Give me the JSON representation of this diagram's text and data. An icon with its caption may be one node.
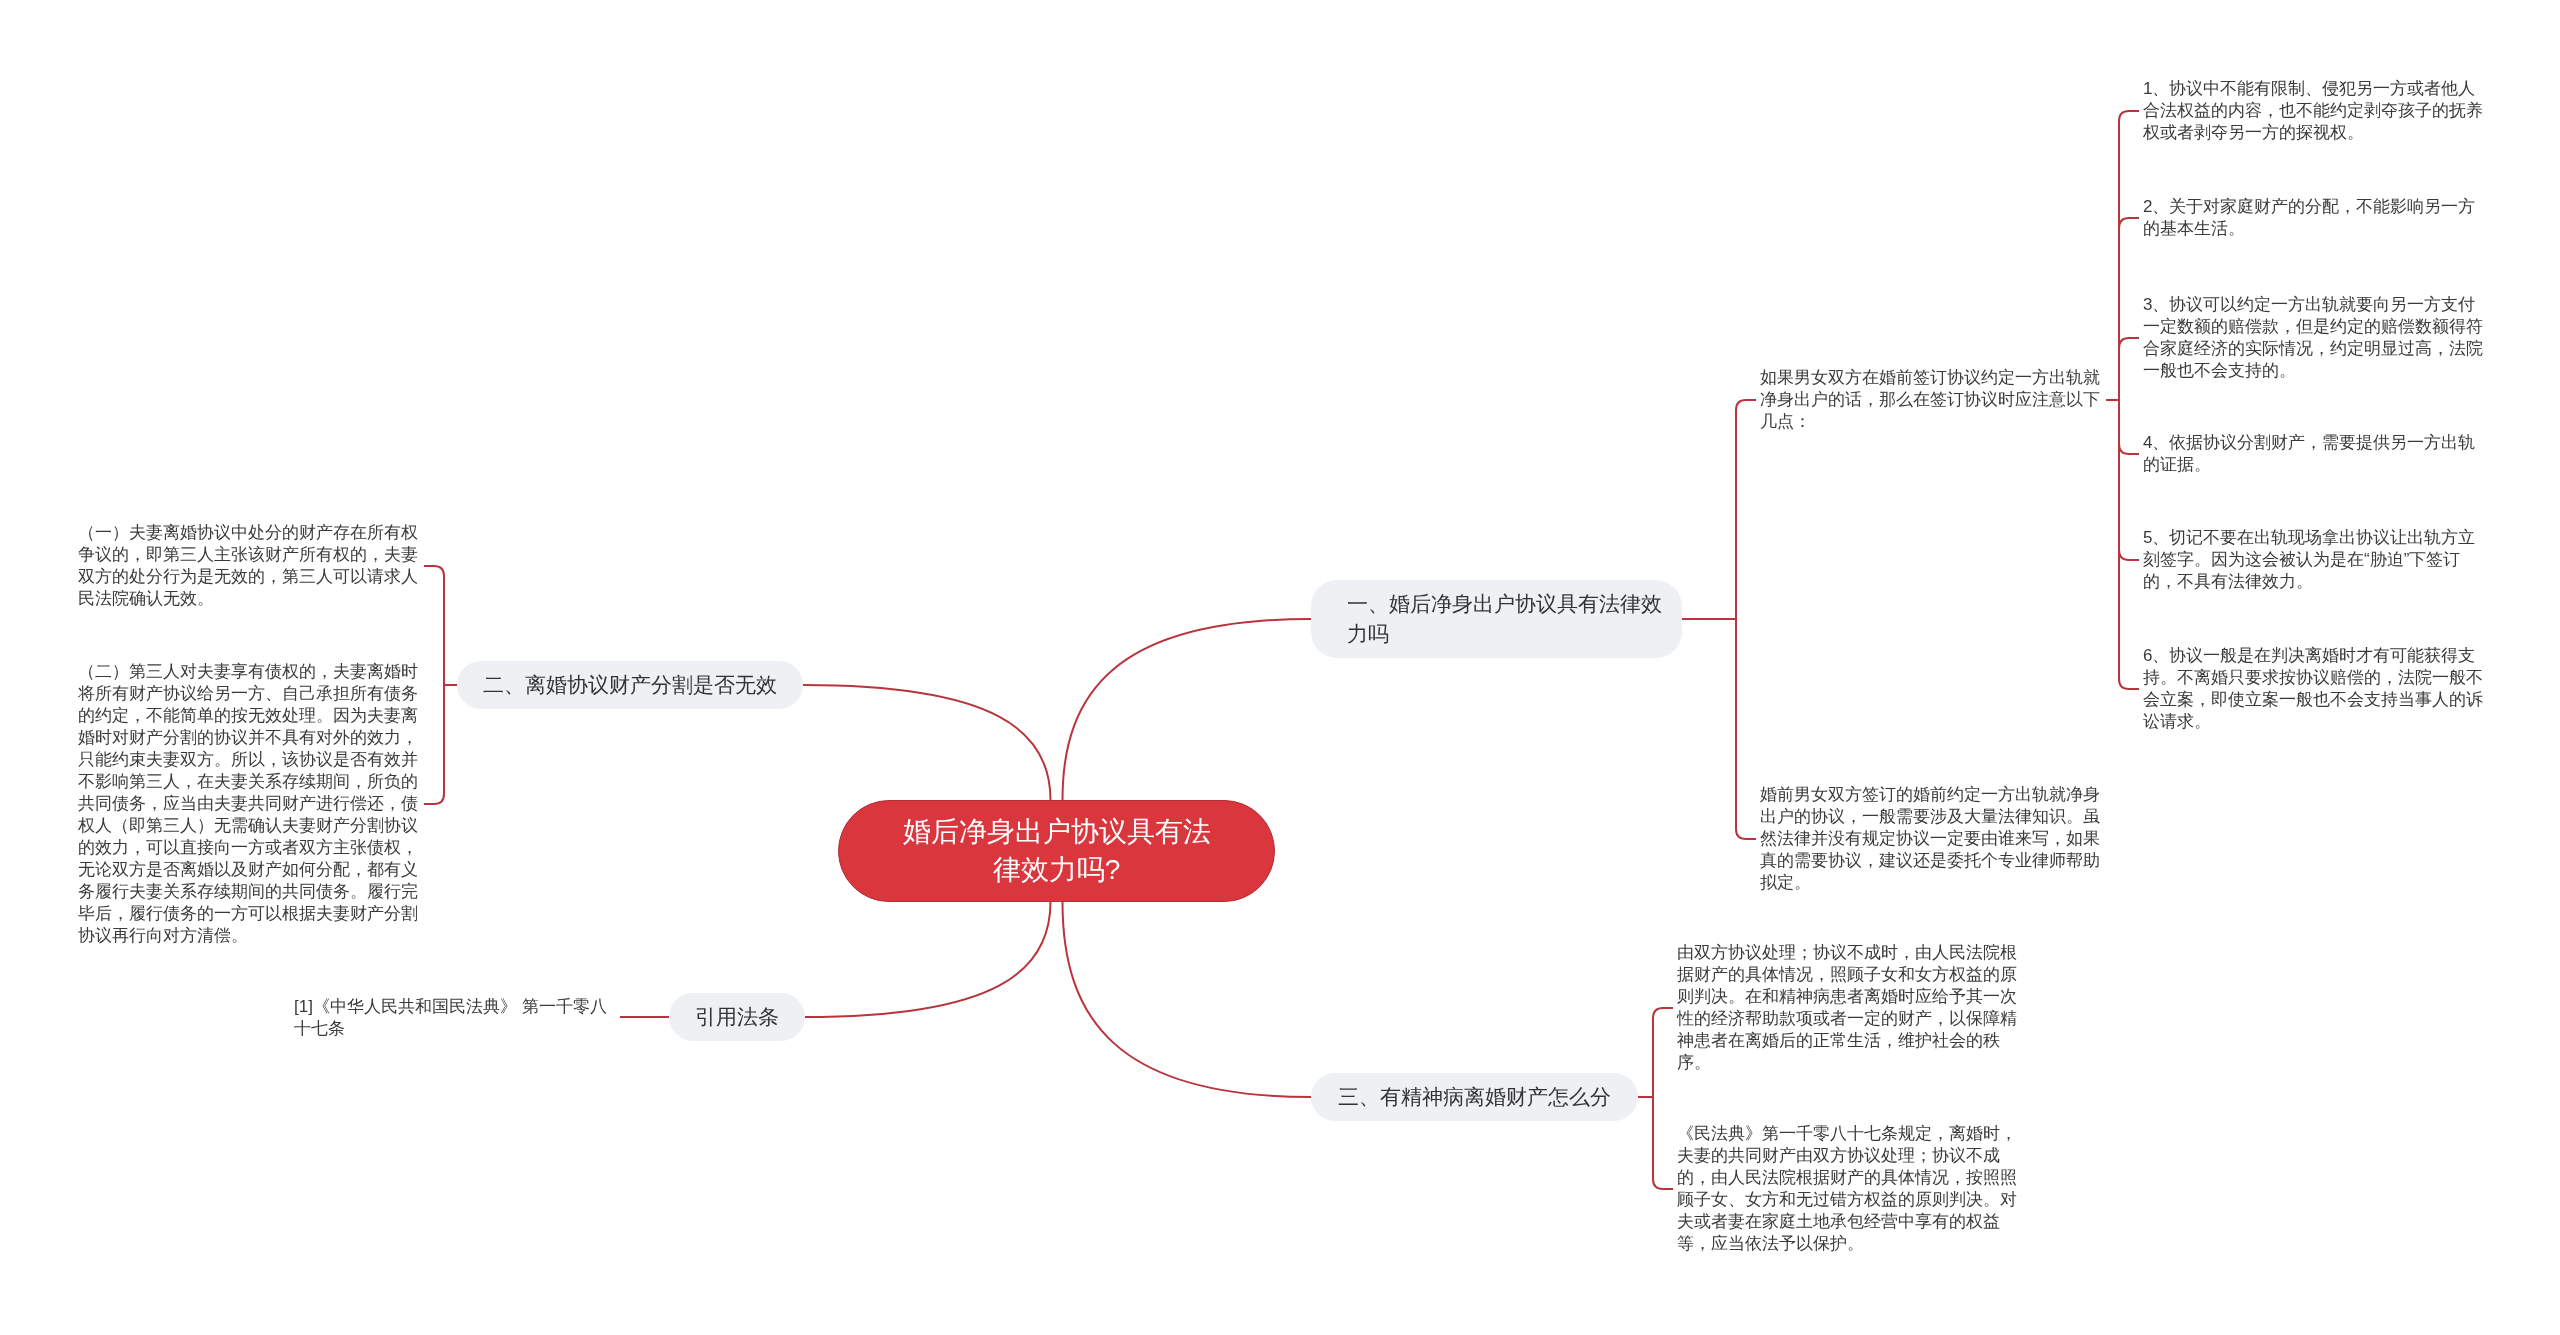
{
  "diagram": {
    "nodes": [
      {
        "text": [
          "婚后净身出户协议具有法律效力吗?"
        ]
      },
      {
        "text": [
          "一、婚后净身出户协议具有法律效力吗"
        ]
      },
      {
        "text": [
          "如果男女双方在婚前签订协议约定一方出轨就净身出户的话，那么在签订协议时应注意以下几点："
        ]
      },
      {
        "text": [
          "1、协议中不能有限制、侵犯另一方或者他人合法权益的内容，也不能约定剥夺孩子的抚养权或者剥夺另一方的探视权。"
        ]
      },
      {
        "text": [
          "2、关于对家庭财产的分配，不能影响另一方的基本生活。"
        ]
      },
      {
        "text": [
          "3、协议可以约定一方出轨就要向另一方支付一定数额的赔偿款，但是约定的赔偿数额得符合家庭经济的实际情况，约定明显过高，法院一般也不会支持的。"
        ]
      },
      {
        "text": [
          "4、依据协议分割财产，需要提供另一方出轨的证据。"
        ]
      },
      {
        "text": [
          "5、切记不要在出轨现场拿出协议让出轨方立刻签字。因为这会被认为是在“胁迫”下签订的，不具有法律效力。"
        ]
      },
      {
        "text": [
          "6、协议一般是在判决离婚时才有可能获得支持。不离婚只要求按协议赔偿的，法院一般不会立案，即使立案一般也不会支持当事人的诉讼请求。"
        ]
      },
      {
        "text": [
          "婚前男女双方签订的婚前约定一方出轨就净身出户的协议，一般需要涉及大量法律知识。虽然法律并没有规定协议一定要由谁来写，如果真的需要协议，建议还是委托个专业律师帮助拟定。"
        ]
      },
      {
        "text": [
          "二、离婚协议财产分割是否无效"
        ]
      },
      {
        "text": [
          "（一）夫妻离婚协议中处分的财产存在所有权争议的，即第三人主张该财产所有权的，夫妻双方的处分行为是无效的，第三人可以请求人民法院确认无效。"
        ]
      },
      {
        "text": [
          "（二）第三人对夫妻享有债权的，夫妻离婚时将所有财产协议给另一方、自己承担所有债务的约定，不能简单的按无效处理。因为夫妻离婚时对财产分割的协议并不具有对外的效力，只能约束夫妻双方。所以，该协议是否有效并不影响第三人，在夫妻关系存续期间，所负的共同债务，应当由夫妻共同财产进行偿还，债权人（即第三人）无需确认夫妻财产分割协议的效力，可以直接向一方或者双方主张债权，无论双方是否离婚以及财产如何分配，都有义务履行夫妻关系存续期间的共同债务。履行完毕后，履行债务的一方可以根据夫妻财产分割协议再行向对方清偿。"
        ]
      },
      {
        "text": [
          "引用法条"
        ]
      },
      {
        "text": [
          "[1]《中华人民共和国民法典》 第一千零八十七条"
        ]
      },
      {
        "text": [
          "三、有精神病离婚财产怎么分"
        ]
      },
      {
        "text": [
          "由双方协议处理；协议不成时，由人民法院根据财产的具体情况，照顾子女和女方权益的原则判决。在和精神病患者离婚时应给予其一次性的经济帮助款项或者一定的财产，以保障精神患者在离婚后的正常生活，维护社会的秩序。"
        ]
      },
      {
        "text": [
          "《民法典》第一千零八十七条规定，离婚时，夫妻的共同财产由双方协议处理；协议不成的，由人民法院根据财产的具体情况，按照照顾子女、女方和无过错方权益的原则判决。对夫或者妻在家庭土地承包经营中享有的权益等，应当依法予以保护。"
        ]
      }
    ],
    "edges": [
      {
        "from": 0,
        "to": 1,
        "arrow": "none"
      },
      {
        "from": 1,
        "to": 2,
        "arrow": "none"
      },
      {
        "from": 2,
        "to": 3,
        "arrow": "none"
      },
      {
        "from": 2,
        "to": 4,
        "arrow": "none"
      },
      {
        "from": 2,
        "to": 5,
        "arrow": "none"
      },
      {
        "from": 2,
        "to": 6,
        "arrow": "none"
      },
      {
        "from": 2,
        "to": 7,
        "arrow": "none"
      },
      {
        "from": 2,
        "to": 8,
        "arrow": "none"
      },
      {
        "from": 1,
        "to": 9,
        "arrow": "none"
      },
      {
        "from": 0,
        "to": 10,
        "arrow": "none"
      },
      {
        "from": 10,
        "to": 11,
        "arrow": "none"
      },
      {
        "from": 10,
        "to": 12,
        "arrow": "none"
      },
      {
        "from": 0,
        "to": 13,
        "arrow": "none"
      },
      {
        "from": 13,
        "to": 14,
        "arrow": "none"
      },
      {
        "from": 0,
        "to": 15,
        "arrow": "none"
      },
      {
        "from": 15,
        "to": 16,
        "arrow": "none"
      },
      {
        "from": 15,
        "to": 17,
        "arrow": "none"
      }
    ]
  }
}
